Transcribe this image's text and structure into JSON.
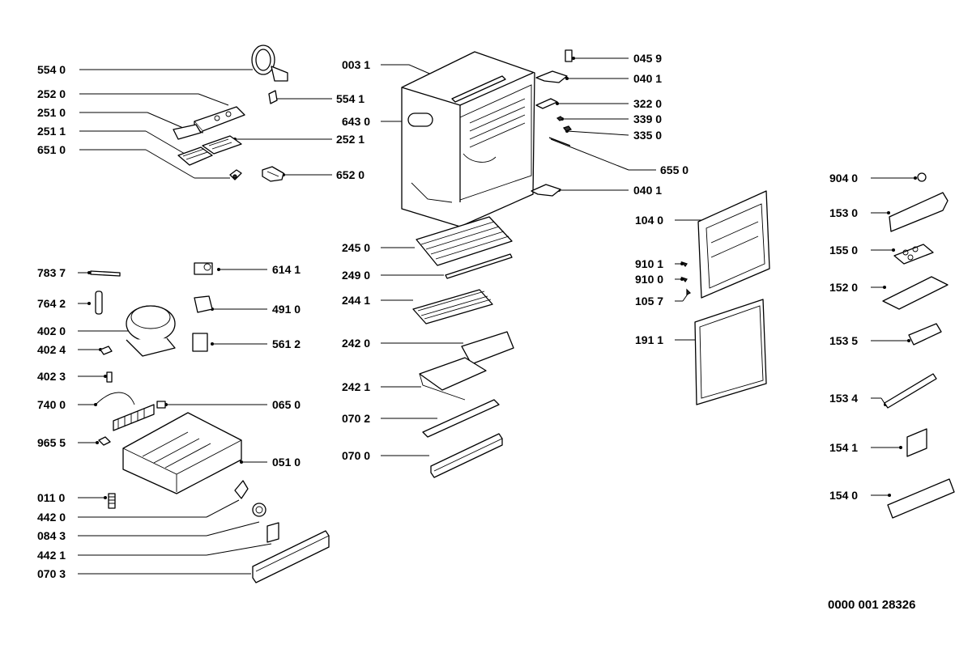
{
  "parts": [
    {
      "id": "5540",
      "label": "554 0",
      "side": "left"
    },
    {
      "id": "2520",
      "label": "252 0",
      "side": "left"
    },
    {
      "id": "2510",
      "label": "251 0",
      "side": "left"
    },
    {
      "id": "2511",
      "label": "251 1",
      "side": "left"
    },
    {
      "id": "6510",
      "label": "651 0",
      "side": "left"
    },
    {
      "id": "5541",
      "label": "554 1",
      "side": "right"
    },
    {
      "id": "2521",
      "label": "252 1",
      "side": "right"
    },
    {
      "id": "6520",
      "label": "652 0",
      "side": "right"
    },
    {
      "id": "0031",
      "label": "003 1",
      "side": "left"
    },
    {
      "id": "6430",
      "label": "643 0",
      "side": "left"
    },
    {
      "id": "0459",
      "label": "045 9",
      "side": "right"
    },
    {
      "id": "0401a",
      "label": "040 1",
      "side": "right"
    },
    {
      "id": "3220",
      "label": "322 0",
      "side": "right"
    },
    {
      "id": "3390",
      "label": "339 0",
      "side": "right"
    },
    {
      "id": "3350",
      "label": "335 0",
      "side": "right"
    },
    {
      "id": "6550",
      "label": "655 0",
      "side": "right"
    },
    {
      "id": "0401b",
      "label": "040 1",
      "side": "right"
    },
    {
      "id": "7837",
      "label": "783 7",
      "side": "left"
    },
    {
      "id": "7642",
      "label": "764 2",
      "side": "left"
    },
    {
      "id": "4020",
      "label": "402 0",
      "side": "left"
    },
    {
      "id": "4024",
      "label": "402 4",
      "side": "left"
    },
    {
      "id": "4023",
      "label": "402 3",
      "side": "left"
    },
    {
      "id": "7400",
      "label": "740 0",
      "side": "left"
    },
    {
      "id": "9655",
      "label": "965 5",
      "side": "left"
    },
    {
      "id": "0110",
      "label": "011 0",
      "side": "left"
    },
    {
      "id": "4420",
      "label": "442 0",
      "side": "left"
    },
    {
      "id": "0843",
      "label": "084 3",
      "side": "left"
    },
    {
      "id": "4421",
      "label": "442 1",
      "side": "left"
    },
    {
      "id": "0703",
      "label": "070 3",
      "side": "left"
    },
    {
      "id": "6141",
      "label": "614 1",
      "side": "right"
    },
    {
      "id": "4910",
      "label": "491 0",
      "side": "right"
    },
    {
      "id": "5612",
      "label": "561 2",
      "side": "right"
    },
    {
      "id": "0650",
      "label": "065 0",
      "side": "right"
    },
    {
      "id": "0510",
      "label": "051 0",
      "side": "right"
    },
    {
      "id": "2450",
      "label": "245 0",
      "side": "left"
    },
    {
      "id": "2490",
      "label": "249 0",
      "side": "left"
    },
    {
      "id": "2441",
      "label": "244 1",
      "side": "left"
    },
    {
      "id": "2420",
      "label": "242 0",
      "side": "left"
    },
    {
      "id": "2421",
      "label": "242 1",
      "side": "left"
    },
    {
      "id": "0702",
      "label": "070 2",
      "side": "left"
    },
    {
      "id": "0700",
      "label": "070 0",
      "side": "left"
    },
    {
      "id": "1040",
      "label": "104 0",
      "side": "left"
    },
    {
      "id": "9101",
      "label": "910 1",
      "side": "left"
    },
    {
      "id": "9100",
      "label": "910 0",
      "side": "left"
    },
    {
      "id": "1057",
      "label": "105 7",
      "side": "left"
    },
    {
      "id": "1911",
      "label": "191 1",
      "side": "left"
    },
    {
      "id": "9040",
      "label": "904 0",
      "side": "left"
    },
    {
      "id": "1530",
      "label": "153 0",
      "side": "left"
    },
    {
      "id": "1550",
      "label": "155 0",
      "side": "left"
    },
    {
      "id": "1520",
      "label": "152 0",
      "side": "left"
    },
    {
      "id": "1535",
      "label": "153 5",
      "side": "left"
    },
    {
      "id": "1534",
      "label": "153 4",
      "side": "left"
    },
    {
      "id": "1541",
      "label": "154 1",
      "side": "left"
    },
    {
      "id": "1540",
      "label": "154 0",
      "side": "left"
    }
  ],
  "doc_ref": "0000 001 28326"
}
